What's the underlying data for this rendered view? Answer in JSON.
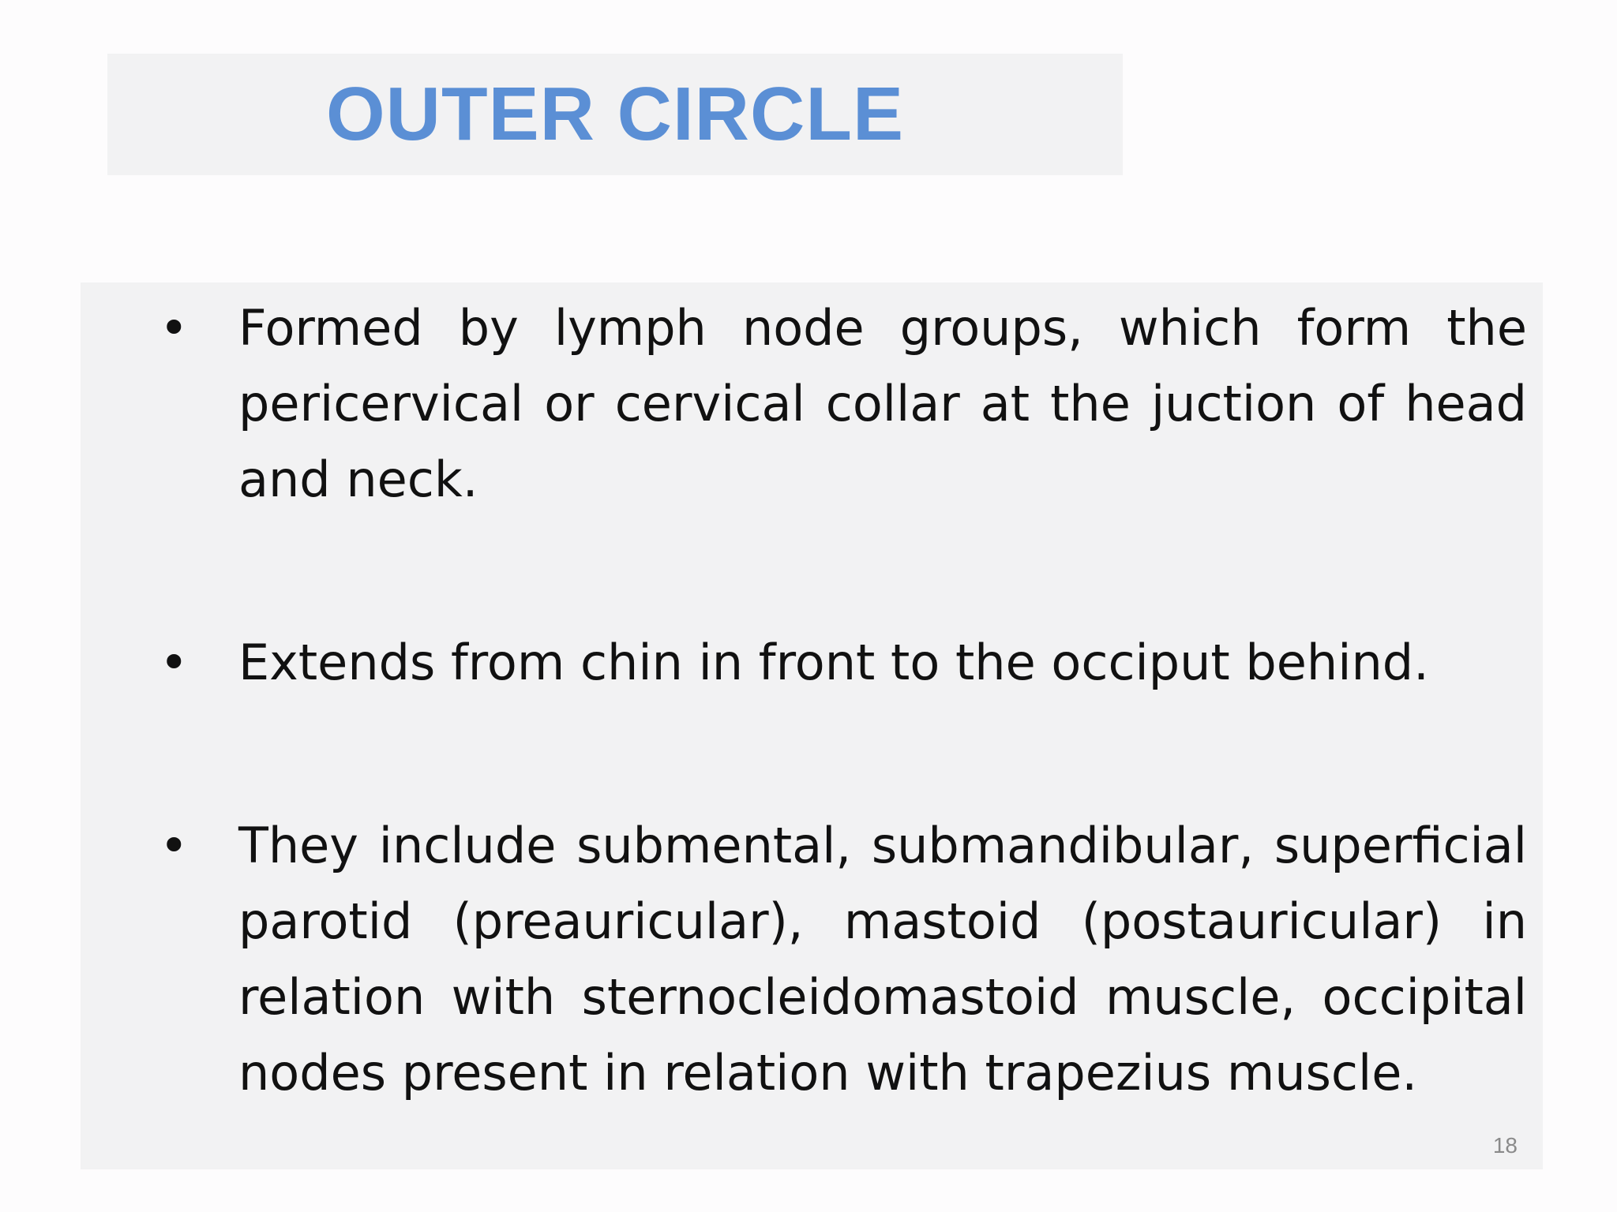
{
  "slide": {
    "title": "OUTER CIRCLE",
    "bullets": [
      {
        "marker": "•",
        "text": "Formed by lymph node groups, which form the pericervical or cervical collar at the juction of head and neck."
      },
      {
        "marker": "•",
        "text": "Extends from chin in front to the occiput behind."
      },
      {
        "marker": "•",
        "text": "They include submental, submandibular, superficial parotid (preauricular), mastoid (postauricular) in relation with sternocleidomastoid muscle, occipital nodes present in relation with trapezius muscle."
      }
    ],
    "page_number": "18"
  },
  "colors": {
    "title": "#5b8fd5",
    "panel_background": "#f2f2f3",
    "body_text": "#111111"
  }
}
